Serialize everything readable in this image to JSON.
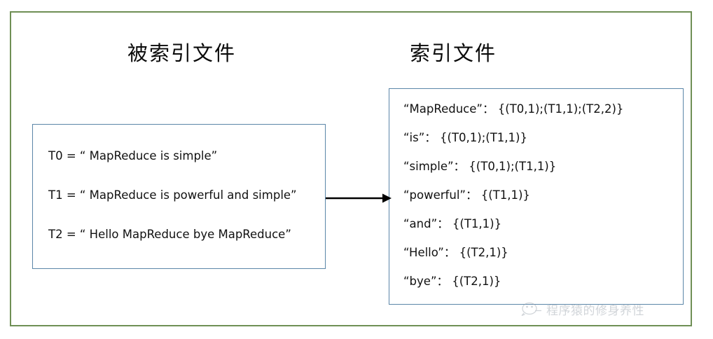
{
  "diagram": {
    "left_title": "被索引文件",
    "right_title": "索引文件",
    "arrow_icon": "right-arrow-icon",
    "frame_color": "#6f8f55",
    "panel_border_color": "#5b86a8",
    "text_color": "#111111"
  },
  "documents_panel": {
    "lines": [
      "T0 = “ MapReduce is simple”",
      "T1 = “ MapReduce is powerful and simple”",
      "T2 = “ Hello MapReduce bye MapReduce”"
    ]
  },
  "index_panel": {
    "entries": [
      "“MapReduce”： {(T0,1);(T1,1);(T2,2)}",
      "“is”： {(T0,1);(T1,1)}",
      "“simple”： {(T0,1);(T1,1)}",
      "“powerful”： {(T1,1)}",
      "“and”： {(T1,1)}",
      "“Hello”： {(T2,1)}",
      "“bye”： {(T2,1)}"
    ]
  },
  "watermark": {
    "icon": "wechat-logo-icon",
    "text": "程序猿的修身养性",
    "color": "#9aa3ad"
  }
}
